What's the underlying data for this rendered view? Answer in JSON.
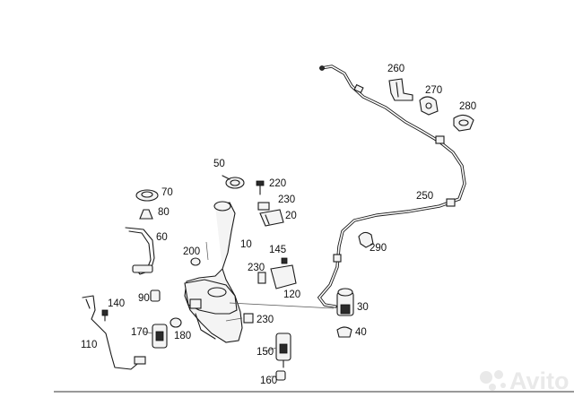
{
  "callouts": {
    "c10": "10",
    "c20": "20",
    "c30": "30",
    "c40": "40",
    "c50": "50",
    "c60": "60",
    "c70": "70",
    "c80": "80",
    "c90": "90",
    "c110": "110",
    "c120": "120",
    "c140": "140",
    "c145": "145",
    "c150": "150",
    "c160": "160",
    "c170": "170",
    "c180": "180",
    "c200": "200",
    "c220": "220",
    "c230a": "230",
    "c230b": "230",
    "c230c": "230",
    "c250": "250",
    "c260": "260",
    "c270": "270",
    "c280": "280",
    "c290": "290"
  },
  "watermark": {
    "text": "Avito"
  }
}
